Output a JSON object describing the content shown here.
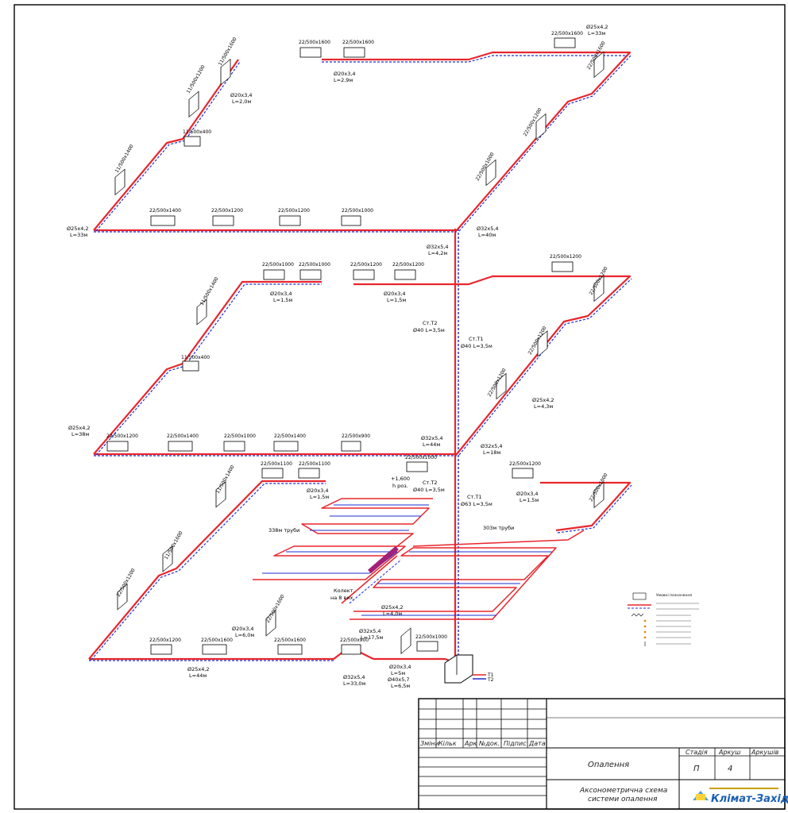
{
  "colors": {
    "supply": "#e8262d",
    "return": "#1f2fd0",
    "frame": "#000000",
    "logo_blue": "#1a5fb4"
  },
  "floors": {
    "top": {
      "radiators": {
        "r1": "22/500x1600",
        "r2": "22/500x1600",
        "r3": "22/500x1600",
        "r4": "22/500x1600",
        "r5": "22/500x1400",
        "r6": "22/500x1200",
        "r7": "22/500x1200",
        "r8": "22/500x1000",
        "r9": "11/500x400",
        "r10": "11/500x1400",
        "r11": "11/500x1200",
        "r12": "11/500x1600",
        "r13": "22/500x1200",
        "r14": "22/500x1000"
      },
      "pipes": {
        "p1": "Ø20x3,4",
        "p1l": "L=2,9м",
        "p2": "Ø25x4,2",
        "p2l": "L=33м",
        "p3": "Ø20x3,4",
        "p3l": "L=2,0м",
        "p4": "Ø25x4,2",
        "p4l": "L=33м",
        "p5": "Ø32x5,4",
        "p5l": "L=4,2м",
        "p6": "Ø32x5,4",
        "p6l": "L=40м"
      }
    },
    "middle": {
      "radiators": {
        "r1": "22/500x1000",
        "r2": "22/500x1000",
        "r3": "22/500x1200",
        "r4": "22/500x1200",
        "r5": "22/500x1200",
        "r6": "11/500x1400",
        "r7": "11/500x400",
        "r8": "22/500x1200",
        "r9": "22/500x1400",
        "r10": "22/500x1000",
        "r11": "22/500x1400",
        "r12": "22/500x900",
        "r13": "22/500x1200",
        "r14": "22/500x1200",
        "r15": "22/500x1200"
      },
      "pipes": {
        "p1": "Ø20x3,4",
        "p1l": "L=1,5м",
        "p2": "Ø20x3,4",
        "p2l": "L=1,5м",
        "p3": "Ø25x4,2",
        "p3l": "L=38м",
        "p4": "Ø32x5,4",
        "p4l": "L=44м",
        "p5": "Ø32x5,4",
        "p5l": "L=18м",
        "p6": "Ø25x4,2",
        "p6l": "L=4,3м"
      },
      "risers": {
        "t2": "Ст.Т2",
        "t2d": "Ø40 L=3,5м",
        "t1": "Ст.Т1",
        "t1d": "Ø40 L=3,5м"
      }
    },
    "ground": {
      "radiators": {
        "r1": "22/500x1100",
        "r2": "22/500x1100",
        "r3": "22/500x1000",
        "r4": "22/500x1200",
        "r5": "11/500x1400",
        "r6": "11/500x1600",
        "r7": "22/500x1200",
        "r8": "22/500x1200",
        "r9": "22/500x1600",
        "r10": "22/500x1600",
        "r11": "22/500x900",
        "r12": "22/500x1000",
        "r13": "22/500x1600",
        "r14": "22/500x1000"
      },
      "pipes": {
        "p1": "Ø20x3,4",
        "p1l": "L=1,5м",
        "p2": "Ø20x3,4",
        "p2l": "L=1,5м",
        "p3": "Ø20x3,4",
        "p3l": "L=6,0м",
        "p4": "Ø25x4,2",
        "p4l": "L=44м",
        "p5": "Ø32x5,4",
        "p5l": "L=33,0м",
        "p6": "Ø32x5,4",
        "p6l": "L=17,5м",
        "p7": "Ø25x4,2",
        "p7l": "L=4,0м",
        "p8": "Ø20x3,4",
        "p8l": "L=5м",
        "p9": "Ø40x5,7",
        "p9l": "L=6,5м"
      },
      "risers": {
        "t2": "Ст.Т2",
        "t2d": "Ø40 L=3,5м",
        "t1": "Ст.Т1",
        "t1d": "Ø63 L=3,5м",
        "level": "+1,600",
        "level_sub": "h роз."
      },
      "floor_heating": {
        "left_label": "338м труби",
        "right_label": "303м труби",
        "collector": "Колект.",
        "collector_sub": "на 8 вих."
      },
      "boiler": {
        "t1": "Т1",
        "t2": "Т2"
      }
    }
  },
  "legend": {
    "title": "Умовні позначення"
  },
  "title_block": {
    "headers": {
      "zmin": "Зміни",
      "kilk": "Кільк",
      "ark": "Арк",
      "ndok": "№док.",
      "pidpys": "Підпис",
      "data": "Дата"
    },
    "project_name": "Опалення",
    "stage_label": "Стадія",
    "sheet_label": "Аркуш",
    "sheets_label": "Аркушів",
    "stage_value": "П",
    "sheet_value": "4",
    "drawing_title_1": "Аксонометрична схема",
    "drawing_title_2": "системи опалення",
    "company": "Клімат-Захід"
  }
}
